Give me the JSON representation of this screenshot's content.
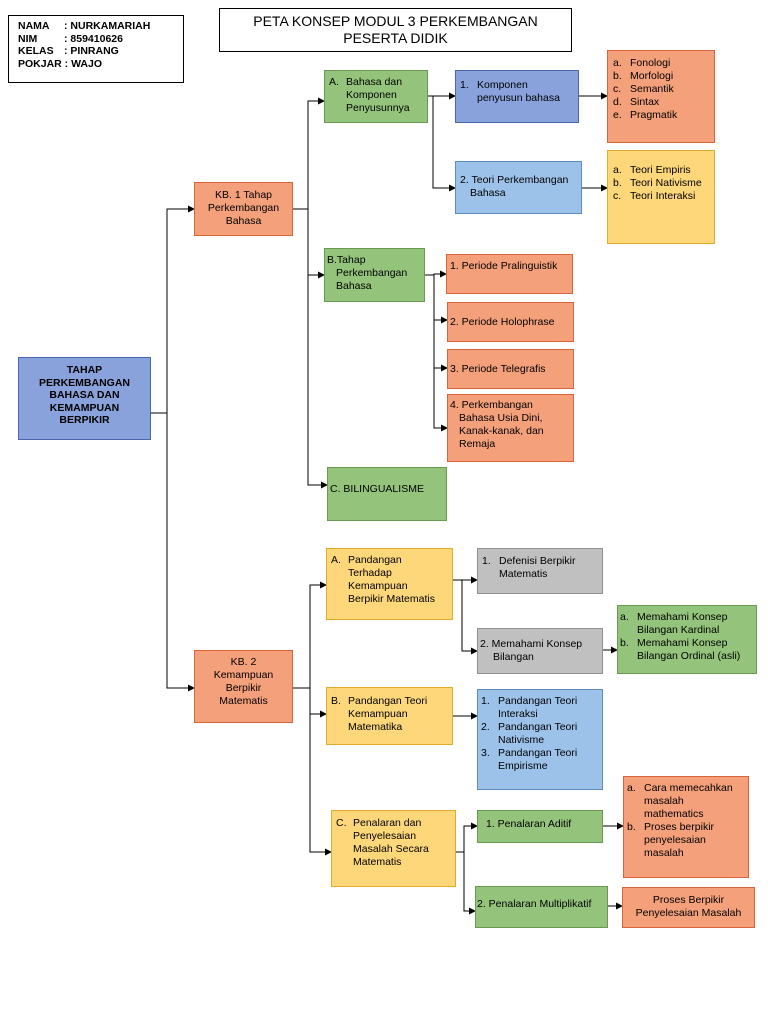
{
  "info": {
    "name_key": "NAMA",
    "name_val": ": NURKAMARIAH",
    "nim_key": "NIM",
    "nim_val": ": 859410626",
    "kelas_key": "KELAS",
    "kelas_val": ": PINRANG",
    "pokjar": "POKJAR : WAJO"
  },
  "title": [
    "PETA KONSEP MODUL 3 PERKEMBANGAN",
    "PESERTA DIDIK"
  ],
  "root": [
    "TAHAP",
    "PERKEMBANGAN",
    "BAHASA DAN",
    "KEMAMPUAN",
    "BERPIKIR"
  ],
  "kb1": [
    "KB. 1 Tahap",
    "Perkembangan",
    "Bahasa"
  ],
  "kb2": [
    "KB. 2",
    "Kemampuan",
    "Berpikir",
    "Matematis"
  ],
  "kb1_a": {
    "marker": "A.",
    "lines": [
      "Bahasa dan",
      "Komponen",
      "Penyusunnya"
    ]
  },
  "kb1_a1": {
    "marker": "1.",
    "lines": [
      "Komponen",
      "penyusun bahasa"
    ]
  },
  "kb1_a1_items": [
    {
      "m": "a.",
      "t": "Fonologi"
    },
    {
      "m": "b.",
      "t": "Morfologi"
    },
    {
      "m": "c.",
      "t": "Semantik"
    },
    {
      "m": "d.",
      "t": "Sintax"
    },
    {
      "m": "e.",
      "t": "Pragmatik"
    }
  ],
  "kb1_a2": [
    "2. Teori Perkembangan",
    "Bahasa"
  ],
  "kb1_a2_items": [
    {
      "m": "a.",
      "t": "Teori Empiris"
    },
    {
      "m": "b.",
      "t": "Teori Nativisme"
    },
    {
      "m": "c.",
      "t": "Teori Interaksi"
    }
  ],
  "kb1_b": [
    "B.Tahap",
    "Perkembangan",
    "Bahasa"
  ],
  "kb1_b_items": [
    [
      "1.  Periode Pralinguistik"
    ],
    [
      "2. Periode Holophrase"
    ],
    [
      "3. Periode Telegrafis"
    ],
    [
      "4. Perkembangan",
      "Bahasa Usia Dini,",
      "Kanak-kanak, dan",
      "Remaja"
    ]
  ],
  "kb1_c": "C. BILINGUALISME",
  "kb2_a": {
    "marker": "A.",
    "lines": [
      "Pandangan",
      "Terhadap",
      "Kemampuan",
      "Berpikir Matematis"
    ]
  },
  "kb2_a1": {
    "marker": "1.",
    "lines": [
      "Defenisi Berpikir",
      "Matematis"
    ]
  },
  "kb2_a2": [
    "2. Memahami Konsep",
    "Bilangan"
  ],
  "kb2_a2_items": [
    {
      "m": "a.",
      "t": "Memahami Konsep Bilangan Kardinal"
    },
    {
      "m": "b.",
      "t": "Memahami Konsep Bilangan Ordinal (asli)"
    }
  ],
  "kb2_b": {
    "marker": "B.",
    "lines": [
      "Pandangan Teori",
      "Kemampuan",
      "Matematika"
    ]
  },
  "kb2_b_items": [
    {
      "m": "1.",
      "t": "Pandangan Teori Interaksi"
    },
    {
      "m": "2.",
      "t": "Pandangan Teori Nativisme"
    },
    {
      "m": "3.",
      "t": "Pandangan Teori Empirisme"
    }
  ],
  "kb2_c": {
    "marker": "C.",
    "lines": [
      "Penalaran dan",
      "Penyelesaian",
      "Masalah Secara",
      "Matematis"
    ]
  },
  "kb2_c1": "1. Penalaran Aditif",
  "kb2_c1_items": [
    {
      "m": "a.",
      "t": "Cara memecahkan masalah mathematics"
    },
    {
      "m": "b.",
      "t": "Proses berpikir penyelesaian masalah"
    }
  ],
  "kb2_c2": "2. Penalaran Multiplikatif",
  "kb2_c2_item": [
    "Proses Berpikir",
    "Penyelesaian Masalah"
  ]
}
